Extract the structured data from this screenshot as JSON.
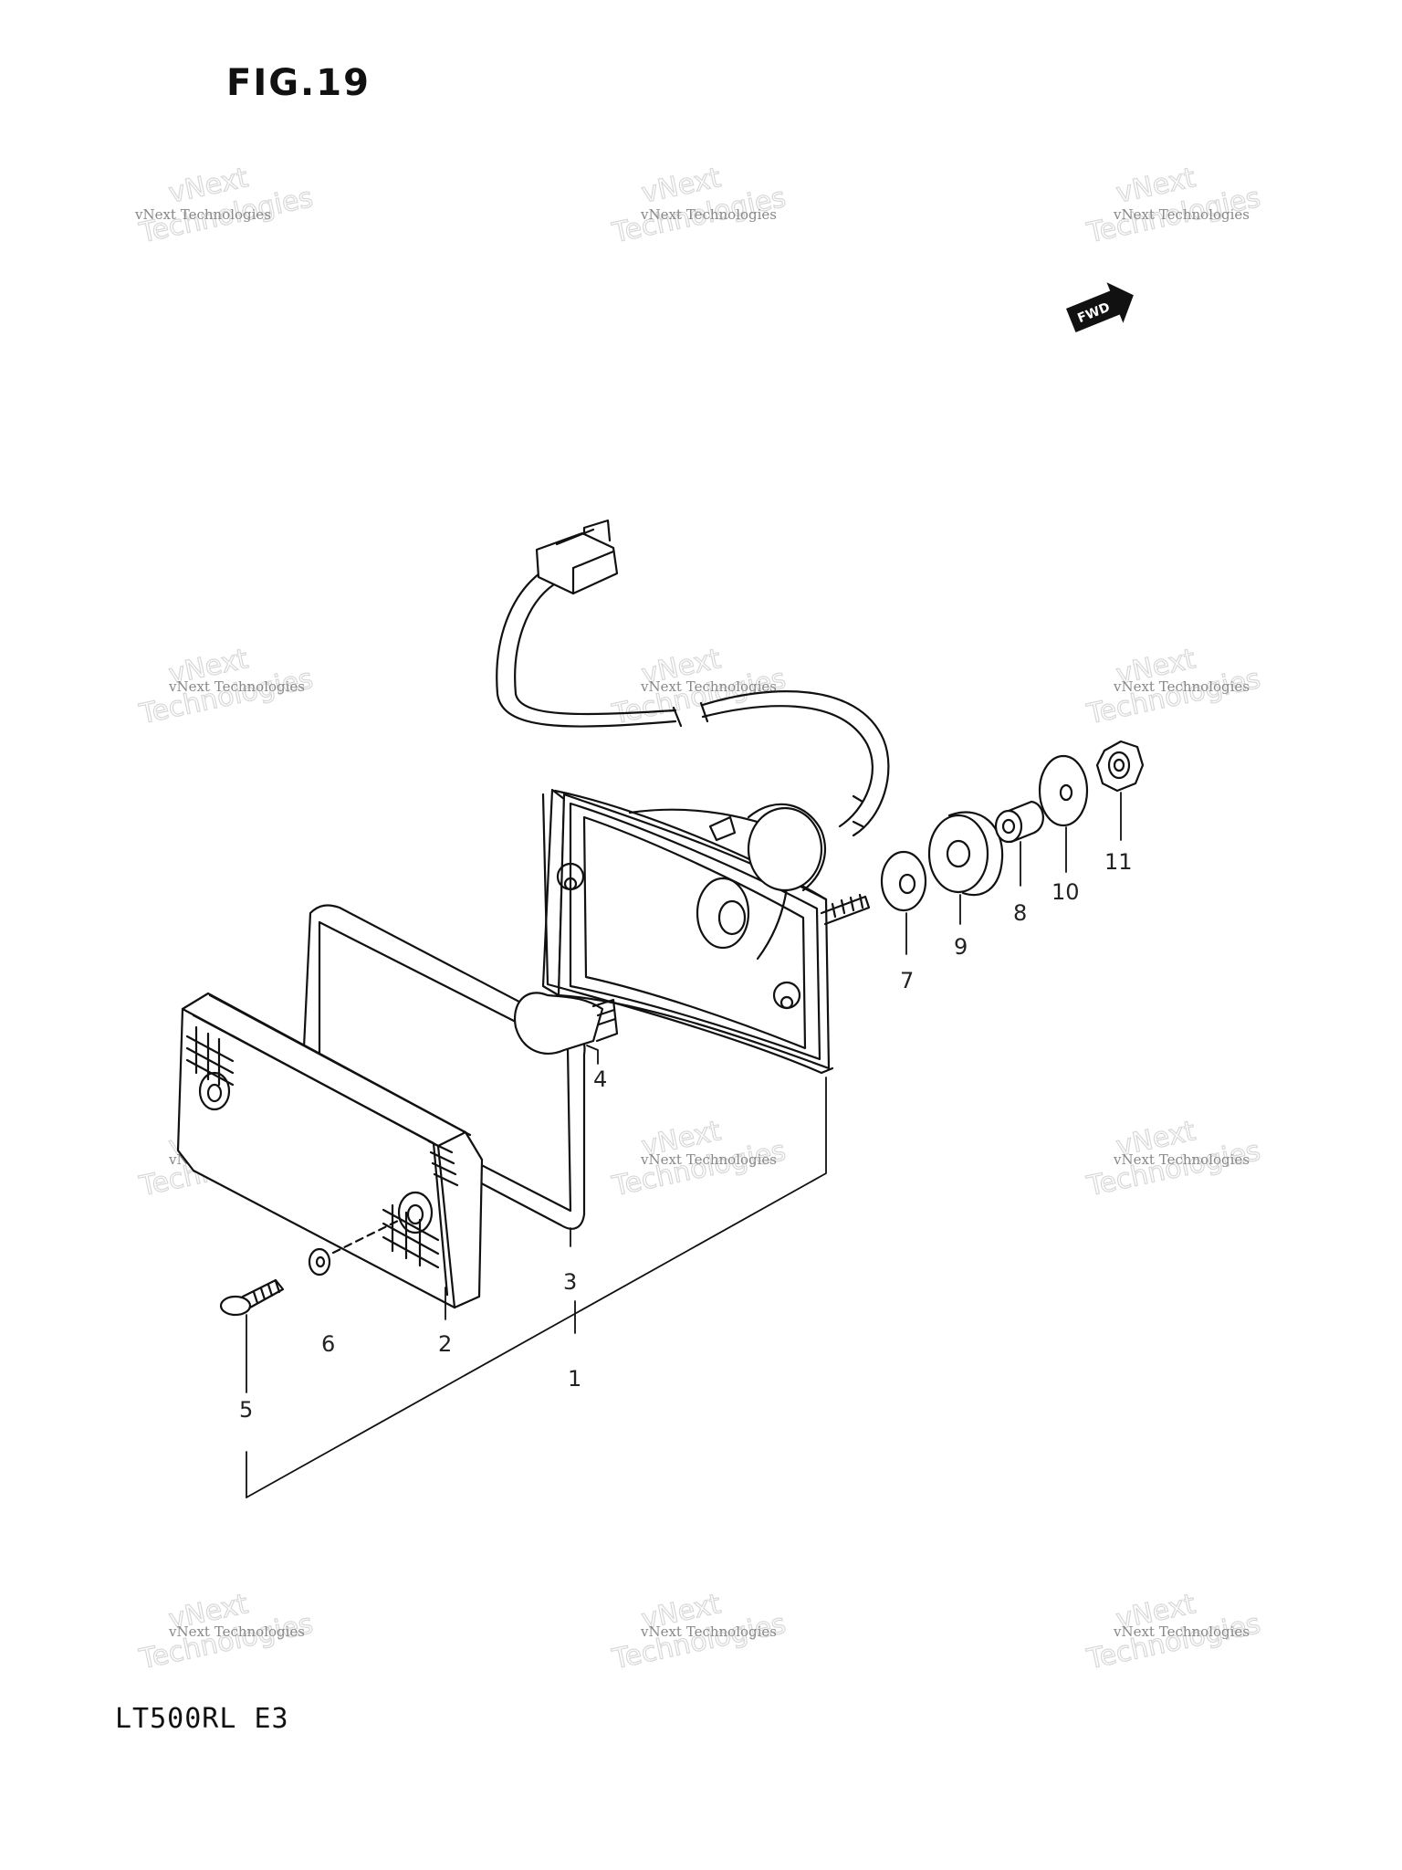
{
  "figure": {
    "title": "FIG.19",
    "model_code": "LT500RL E3",
    "direction_label": "FWD"
  },
  "watermark": {
    "line1": "vNext Technologies",
    "outline_top": "vNext",
    "outline_bottom": "Technologies"
  },
  "callouts": [
    "1",
    "2",
    "3",
    "4",
    "5",
    "6",
    "7",
    "8",
    "9",
    "10",
    "11"
  ]
}
